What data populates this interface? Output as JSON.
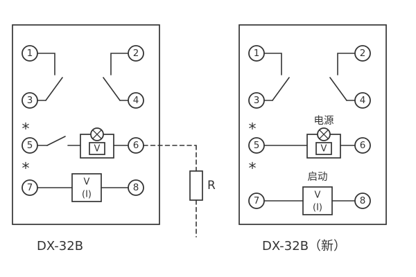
{
  "colors": {
    "ink": "#333333",
    "background": "#ffffff"
  },
  "left": {
    "caption": "DX-32B",
    "terminals": [
      "1",
      "2",
      "3",
      "4",
      "5",
      "6",
      "7",
      "8"
    ],
    "asterisks": [
      "*",
      "*"
    ],
    "lamp_unit": {
      "meter": "V"
    },
    "vi_unit": {
      "line1": "V",
      "line2": "(I)"
    }
  },
  "right": {
    "caption": "DX-32B（新）",
    "terminals": [
      "1",
      "2",
      "3",
      "4",
      "5",
      "6",
      "7",
      "8"
    ],
    "asterisks": [
      "*",
      "*"
    ],
    "power_label": "电源",
    "start_label": "启动",
    "lamp_unit": {
      "meter": "V"
    },
    "vi_unit": {
      "line1": "V",
      "line2": "(I)"
    }
  },
  "external": {
    "resistor_label": "R"
  }
}
